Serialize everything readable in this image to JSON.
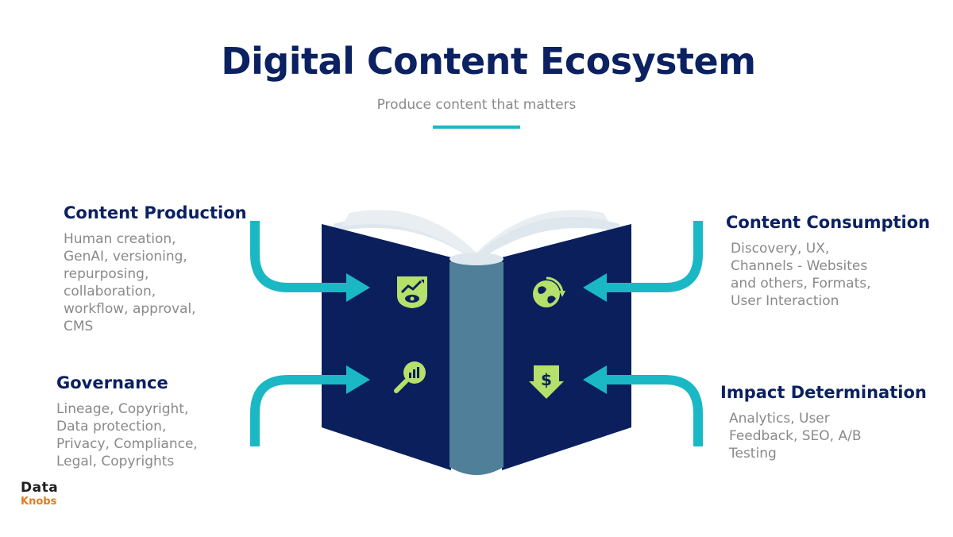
{
  "header": {
    "title": "Digital Content Ecosystem",
    "subtitle": "Produce content that matters"
  },
  "blocks": {
    "content_production": {
      "title": "Content Production",
      "lines": [
        "Human creation,",
        "GenAI, versioning,",
        "repurposing,",
        "collaboration,",
        "workflow, approval,",
        "CMS"
      ]
    },
    "governance": {
      "title": "Governance",
      "lines": [
        "Lineage, Copyright,",
        "Data protection,",
        "Privacy, Compliance,",
        "Legal, Copyrights"
      ]
    },
    "content_consumption": {
      "title": "Content Consumption",
      "lines": [
        "Discovery, UX,",
        "Channels - Websites",
        "and others,  Formats,",
        "User Interaction"
      ]
    },
    "impact_determination": {
      "title": "Impact Determination",
      "lines": [
        "Analytics, User",
        "Feedback, SEO, A/B",
        "Testing"
      ]
    }
  },
  "icons": {
    "production": "chart-eye-icon",
    "governance": "magnifier-chart-icon",
    "consumption": "globe-refresh-icon",
    "impact": "dollar-down-icon"
  },
  "logo": {
    "top": "Data",
    "bottom": "Knobs"
  },
  "colors": {
    "navy": "#0b2161",
    "book_cover": "#0a1f5c",
    "spine": "#4f7f99",
    "teal_arrow": "#1ab8c4",
    "icon_green": "#b5e06a",
    "body_text": "#8a8a8a",
    "logo_orange": "#e07b1f"
  }
}
